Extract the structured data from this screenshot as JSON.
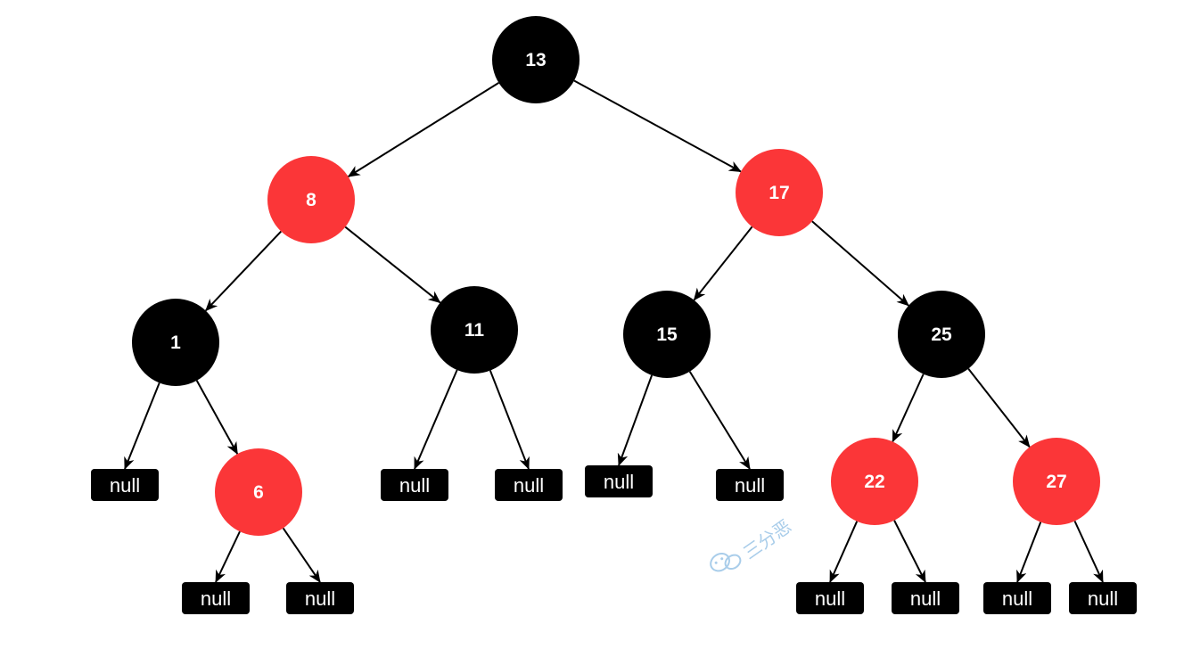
{
  "colors": {
    "red": "#fb3638",
    "black": "#000000",
    "edge": "#000000",
    "watermark": "#a9cdea"
  },
  "tree": {
    "nodes": [
      {
        "id": "n13",
        "label": "13",
        "color": "black"
      },
      {
        "id": "n8",
        "label": "8",
        "color": "red"
      },
      {
        "id": "n17",
        "label": "17",
        "color": "red"
      },
      {
        "id": "n1",
        "label": "1",
        "color": "black"
      },
      {
        "id": "n11",
        "label": "11",
        "color": "black"
      },
      {
        "id": "n15",
        "label": "15",
        "color": "black"
      },
      {
        "id": "n25",
        "label": "25",
        "color": "black"
      },
      {
        "id": "n6",
        "label": "6",
        "color": "red"
      },
      {
        "id": "n22",
        "label": "22",
        "color": "red"
      },
      {
        "id": "n27",
        "label": "27",
        "color": "red"
      }
    ],
    "null_leaves": [
      {
        "id": "null-1-left",
        "label": "null"
      },
      {
        "id": "null-6-left",
        "label": "null"
      },
      {
        "id": "null-6-right",
        "label": "null"
      },
      {
        "id": "null-11-left",
        "label": "null"
      },
      {
        "id": "null-11-right",
        "label": "null"
      },
      {
        "id": "null-15-left",
        "label": "null"
      },
      {
        "id": "null-15-right",
        "label": "null"
      },
      {
        "id": "null-22-left",
        "label": "null"
      },
      {
        "id": "null-22-right",
        "label": "null"
      },
      {
        "id": "null-27-left",
        "label": "null"
      },
      {
        "id": "null-27-right",
        "label": "null"
      }
    ],
    "edges": [
      [
        "n13",
        "n8"
      ],
      [
        "n13",
        "n17"
      ],
      [
        "n8",
        "n1"
      ],
      [
        "n8",
        "n11"
      ],
      [
        "n17",
        "n15"
      ],
      [
        "n17",
        "n25"
      ],
      [
        "n1",
        "null-1-left"
      ],
      [
        "n1",
        "n6"
      ],
      [
        "n6",
        "null-6-left"
      ],
      [
        "n6",
        "null-6-right"
      ],
      [
        "n11",
        "null-11-left"
      ],
      [
        "n11",
        "null-11-right"
      ],
      [
        "n15",
        "null-15-left"
      ],
      [
        "n15",
        "null-15-right"
      ],
      [
        "n25",
        "n22"
      ],
      [
        "n25",
        "n27"
      ],
      [
        "n22",
        "null-22-left"
      ],
      [
        "n22",
        "null-22-right"
      ],
      [
        "n27",
        "null-27-left"
      ],
      [
        "n27",
        "null-27-right"
      ]
    ]
  },
  "watermark": {
    "icon": "wechat-icon",
    "text": "三分恶"
  }
}
